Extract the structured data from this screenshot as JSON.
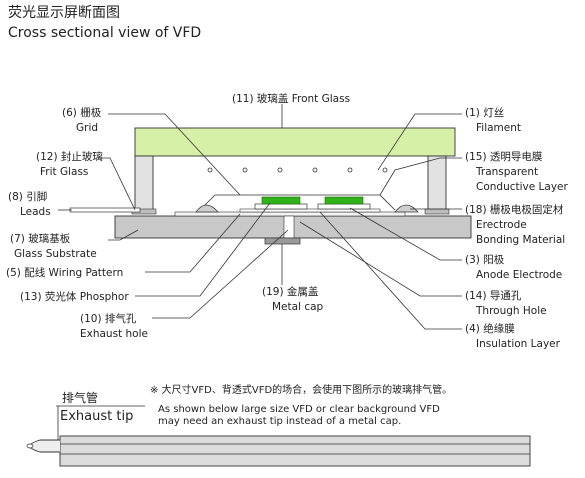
{
  "title": {
    "cn": "荧光显示屏断面图",
    "en": "Cross sectional view of VFD"
  },
  "labels": {
    "front_glass": "(11) 玻璃盖  Front Glass",
    "grid_cn": "(6) 栅极",
    "grid_en": "Grid",
    "filament_cn": "(1) 灯丝",
    "filament_en": "Filament",
    "frit_cn": "(12) 封止玻璃",
    "frit_en": "Frit Glass",
    "transparent_cn": "(15) 透明导电膜",
    "transparent_en1": "Transparent",
    "transparent_en2": "Conductive Layer",
    "leads_cn": "(8) 引脚",
    "leads_en": "Leads",
    "bonding_cn": "(18) 栅极电极固定材",
    "bonding_en1": "Erectrode",
    "bonding_en2": "Bonding Material",
    "substrate_cn": "(7) 玻璃基板",
    "substrate_en": "Glass Substrate",
    "wiring": "(5) 配线   Wiring Pattern",
    "anode_cn": "(3) 阳极",
    "anode_en": "Anode Electrode",
    "phosphor": "(13) 荧光体   Phosphor",
    "metalcap_cn": "(19) 金属盖",
    "metalcap_en": "Metal cap",
    "through_cn": "(14) 导通孔",
    "through_en": "Through Hole",
    "exhaust_hole_cn": "(10) 排气孔",
    "exhaust_hole_en": "Exhaust hole",
    "insulation_cn": "(4) 绝缘膜",
    "insulation_en": "Insulation Layer"
  },
  "exhaust": {
    "tip_cn": "排气管",
    "tip_en": "Exhaust tip",
    "note_cn": "※ 大尺寸VFD、背透式VFD的场合，会使用下图所示的玻璃排气管。",
    "note_en1": "As shown below large size VFD or clear background VFD",
    "note_en2": "may need an exhaust tip instead of a metal cap."
  },
  "colors": {
    "front_glass": "#d6f0a8",
    "phosphor": "#2fb21a",
    "substrate": "#c8c8c8",
    "spacer": "#e2e2e2",
    "metal_cap": "#9a9a9a",
    "line": "#333333"
  }
}
